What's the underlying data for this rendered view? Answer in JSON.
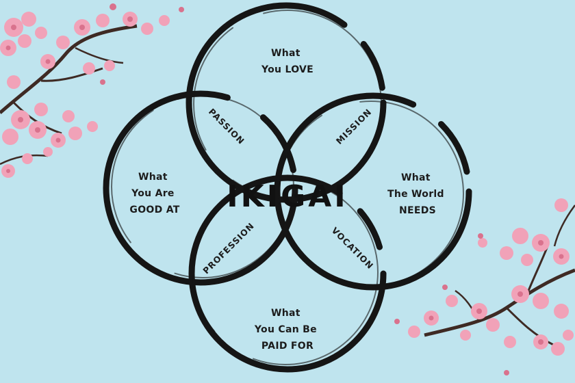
{
  "colors": {
    "background": "#bfe4ee",
    "stroke": "#151515",
    "blossom": "#f1a2b8",
    "blossom_dark": "#d9728d",
    "branch": "#3e2a24"
  },
  "center": {
    "label": "IKIGAI"
  },
  "circles": {
    "love": {
      "lines": [
        "What",
        "You LOVE"
      ]
    },
    "good": {
      "lines": [
        "What",
        "You Are",
        "GOOD AT"
      ]
    },
    "world": {
      "lines": [
        "What",
        "The World",
        "NEEDS"
      ]
    },
    "paid": {
      "lines": [
        "What",
        "You Can Be",
        "PAID FOR"
      ]
    }
  },
  "overlaps": {
    "passion": "PASSION",
    "mission": "MISSION",
    "profession": "PROFESSION",
    "vocation": "VOCATION"
  },
  "decorations": [
    "cherry-blossom-branch-top-left",
    "cherry-blossom-branch-bottom-right"
  ]
}
